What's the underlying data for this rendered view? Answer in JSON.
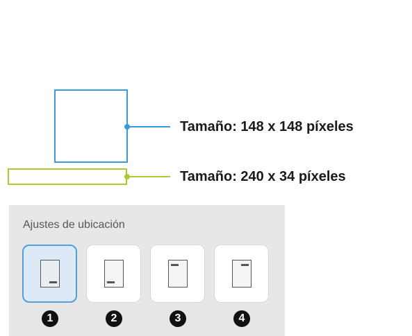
{
  "size_labels": {
    "square": "Tamaño: 148 x 148 píxeles",
    "bar": "Tamaño: 240 x 34 píxeles"
  },
  "colors": {
    "square_outline": "#3a9ad9",
    "bar_outline": "#a8cc30",
    "selected_border": "#4f9ee0",
    "panel_bg": "#e7e7e7"
  },
  "location_settings": {
    "title": "Ajustes de ubicación",
    "selected_index": 0,
    "options": [
      {
        "number": "1",
        "icon": "page-bottom-right-icon"
      },
      {
        "number": "2",
        "icon": "page-bottom-left-icon"
      },
      {
        "number": "3",
        "icon": "page-top-left-icon"
      },
      {
        "number": "4",
        "icon": "page-top-right-icon"
      }
    ]
  }
}
